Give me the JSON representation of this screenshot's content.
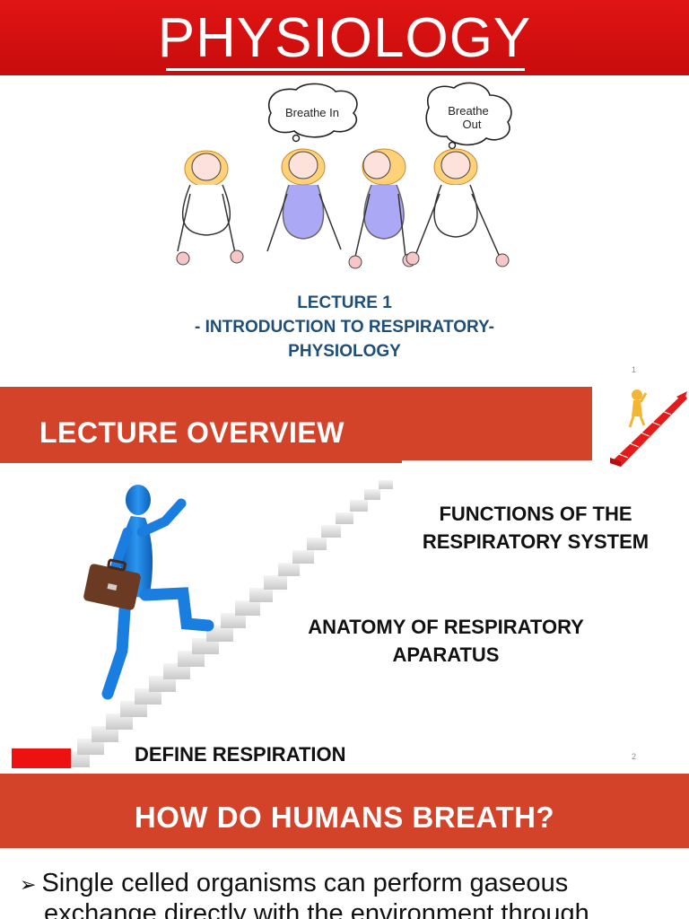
{
  "slide1": {
    "title": "PHYSIOLOGY",
    "bubble_in": "Breathe In",
    "bubble_out_line1": "Breathe",
    "bubble_out_line2": "Out",
    "subtitle_line1": "LECTURE 1",
    "subtitle_line2": "- INTRODUCTION  TO RESPIRATORY-",
    "subtitle_line3": "PHYSIOLOGY",
    "page_number": "1"
  },
  "slide2": {
    "title": "LECTURE OVERVIEW",
    "item1_line1": "FUNCTIONS OF THE",
    "item1_line2": "RESPIRATORY SYSTEM",
    "item2_line1": "ANATOMY OF RESPIRATORY",
    "item2_line2": "APARATUS",
    "item3": "DEFINE RESPIRATION",
    "page_number": "2"
  },
  "slide3": {
    "title": "HOW DO HUMANS BREATH?",
    "bullet_line1": "Single celled organisms can perform gaseous",
    "bullet_line2": "exchange directly with the environment through"
  },
  "colors": {
    "title_red": "#d60f0f",
    "banner_orange": "#d2432a",
    "subtitle_blue": "#1f4e79",
    "figure_blue": "#1e88e5"
  }
}
